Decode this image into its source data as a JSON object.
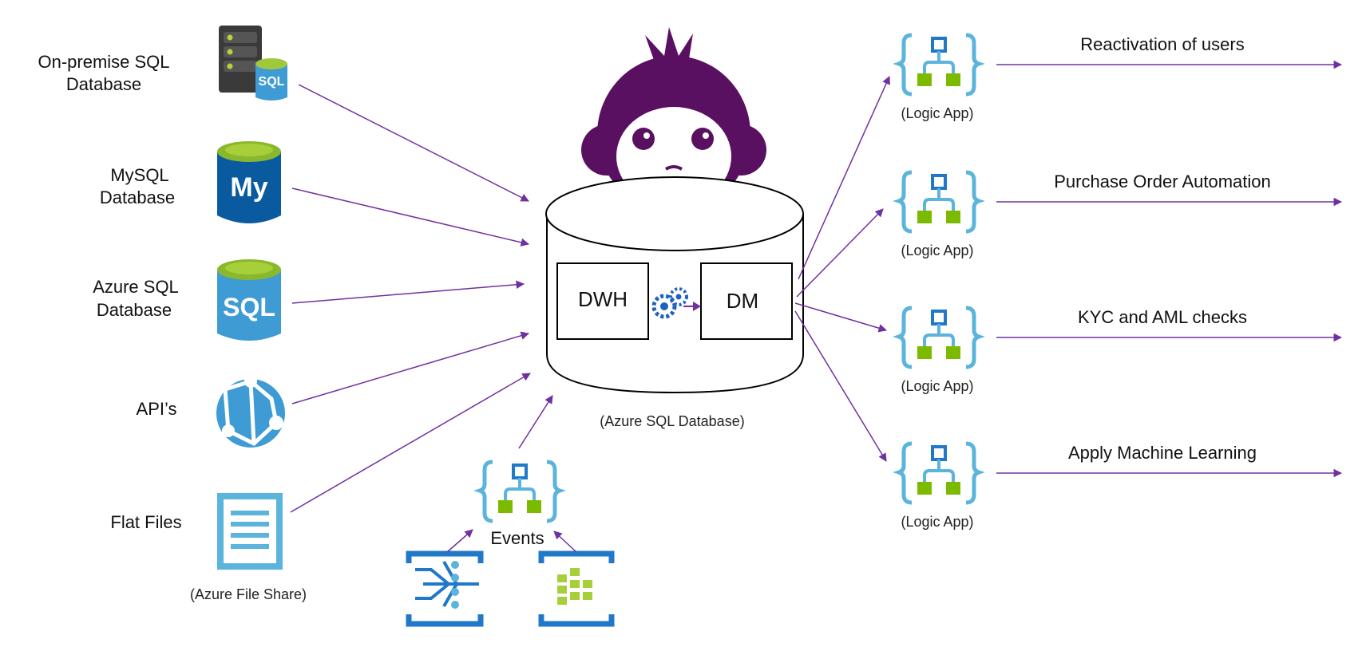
{
  "colors": {
    "arrow": "#7030a0",
    "mascot": "#5a1060",
    "azure_blue": "#1f78c8",
    "light_blue": "#5ab4dc",
    "green": "#7cba00"
  },
  "sources": [
    {
      "label_lines": [
        "On-premise SQL",
        "Database"
      ],
      "icon": "on-premise-sql-server-icon"
    },
    {
      "label_lines": [
        "MySQL",
        "Database"
      ],
      "icon": "mysql-database-icon"
    },
    {
      "label_lines": [
        "Azure SQL",
        "Database"
      ],
      "icon": "azure-sql-database-icon"
    },
    {
      "label_lines": [
        "API’s"
      ],
      "icon": "api-globe-icon"
    },
    {
      "label_lines": [
        "Flat Files"
      ],
      "icon": "flat-file-icon"
    }
  ],
  "file_share_caption": "(Azure File Share)",
  "database": {
    "caption": "(Azure SQL Database)",
    "dwh_label": "DWH",
    "dm_label": "DM",
    "mascot_icon": "monkey-mascot-icon",
    "gear_icon": "gears-icon"
  },
  "events": {
    "label": "Events",
    "logic_icon": "logic-app-icon",
    "sources": [
      "event-grid-icon",
      "event-hubs-icon"
    ]
  },
  "outputs": [
    {
      "title": "Reactivation of users",
      "caption": "(Logic App)",
      "icon": "logic-app-icon"
    },
    {
      "title": "Purchase Order Automation",
      "caption": "(Logic App)",
      "icon": "logic-app-icon"
    },
    {
      "title": "KYC and AML checks",
      "caption": "(Logic App)",
      "icon": "logic-app-icon"
    },
    {
      "title": "Apply Machine Learning",
      "caption": "(Logic App)",
      "icon": "logic-app-icon"
    }
  ]
}
